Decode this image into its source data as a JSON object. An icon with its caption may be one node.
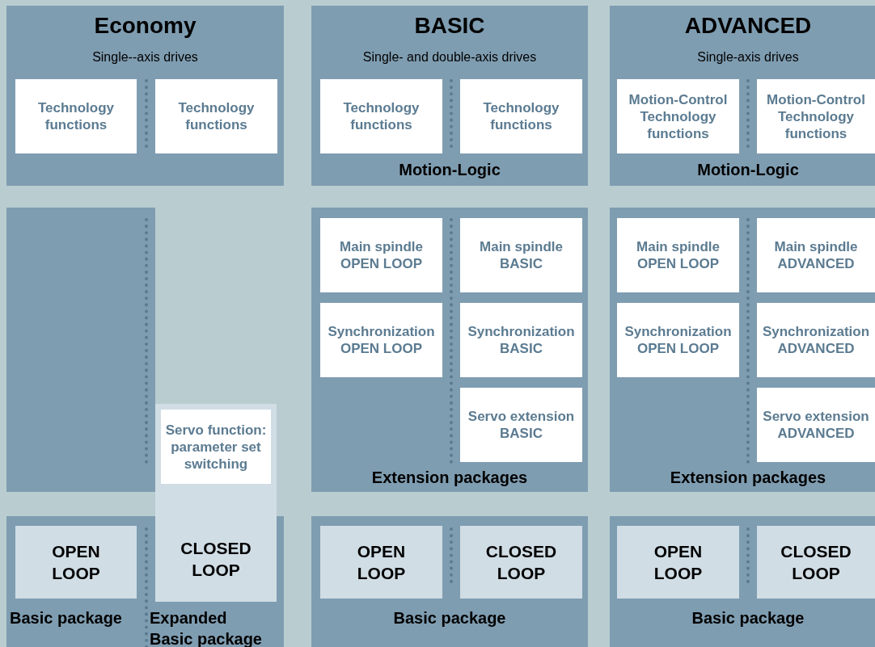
{
  "diagram": {
    "nodes": [
      {
        "text": [
          "Economy",
          "Single--axis drives"
        ]
      },
      {
        "text": [
          "Technology functions"
        ],
        "in": 0
      },
      {
        "text": [
          "Technology functions"
        ],
        "in": 0
      },
      {
        "text": [
          "BASIC",
          "Single- and double-axis drives",
          "Motion-Logic"
        ]
      },
      {
        "text": [
          "Technology functions"
        ],
        "in": 3
      },
      {
        "text": [
          "Technology functions"
        ],
        "in": 3
      },
      {
        "text": [
          "ADVANCED",
          "Single-axis drives",
          "Motion-Logic"
        ]
      },
      {
        "text": [
          "Motion-Control Technology functions"
        ],
        "in": 6
      },
      {
        "text": [
          "Motion-Control Technology functions"
        ],
        "in": 6
      },
      {
        "text": [],
        "shape": "box"
      },
      {
        "text": [
          "Extension packages"
        ]
      },
      {
        "text": [
          "Main spindle OPEN LOOP"
        ],
        "in": 10
      },
      {
        "text": [
          "Main spindle BASIC"
        ],
        "in": 10
      },
      {
        "text": [
          "Synchronization OPEN LOOP"
        ],
        "in": 10
      },
      {
        "text": [
          "Synchronization BASIC"
        ],
        "in": 10
      },
      {
        "text": [
          "Servo extension BASIC"
        ],
        "in": 10
      },
      {
        "text": [
          "Extension packages"
        ]
      },
      {
        "text": [
          "Main spindle OPEN LOOP"
        ],
        "in": 16
      },
      {
        "text": [
          "Main spindle ADVANCED"
        ],
        "in": 16
      },
      {
        "text": [
          "Synchronization OPEN LOOP"
        ],
        "in": 16
      },
      {
        "text": [
          "Synchronization ADVANCED"
        ],
        "in": 16
      },
      {
        "text": [
          "Servo extension ADVANCED"
        ],
        "in": 16
      },
      {
        "text": [],
        "shape": "box"
      },
      {
        "text": [
          "Servo function: parameter set switching"
        ],
        "in": 22
      },
      {
        "text": [
          "Basic package",
          "Expanded Basic package"
        ]
      },
      {
        "text": [
          "OPEN LOOP"
        ],
        "in": 24
      },
      {
        "text": [
          "CLOSED LOOP"
        ],
        "in": 24
      },
      {
        "text": [
          "Basic package"
        ]
      },
      {
        "text": [
          "OPEN LOOP"
        ],
        "in": 27
      },
      {
        "text": [
          "CLOSED LOOP"
        ],
        "in": 27
      },
      {
        "text": [
          "Basic package"
        ]
      },
      {
        "text": [
          "OPEN LOOP"
        ],
        "in": 30
      },
      {
        "text": [
          "CLOSED LOOP"
        ],
        "in": 30
      }
    ]
  }
}
